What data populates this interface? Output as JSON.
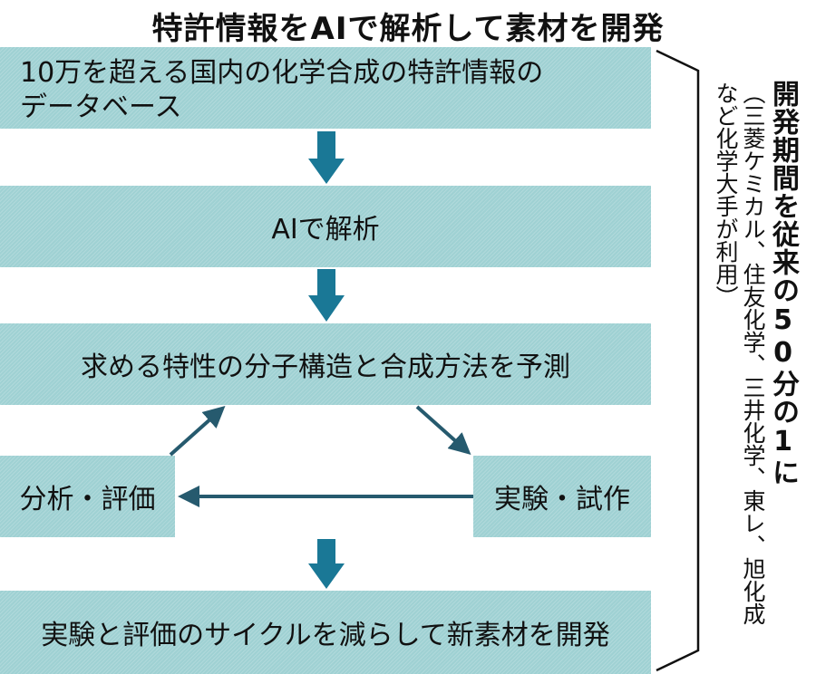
{
  "title": "特許情報をAIで解析して素材を開発",
  "flow": {
    "steps": [
      {
        "id": "b1",
        "label": "10万を超える国内の化学合成の特許情報のデータベース"
      },
      {
        "id": "b2",
        "label": "AIで解析"
      },
      {
        "id": "b3",
        "label": "求める特性の分子構造と合成方法を予測"
      },
      {
        "id": "b4",
        "label": "分析・評価"
      },
      {
        "id": "b5",
        "label": "実験・試作"
      },
      {
        "id": "b6",
        "label": "実験と評価のサイクルを減らして新素材を開発"
      }
    ],
    "step1_line1": "10万を超える国内の化学合成の特許情報の",
    "step1_line2": "データベース",
    "connections": [
      {
        "from": "b1",
        "to": "b2",
        "style": "block-arrow-down"
      },
      {
        "from": "b2",
        "to": "b3",
        "style": "block-arrow-down"
      },
      {
        "from": "b3",
        "to": "b5",
        "style": "line-arrow"
      },
      {
        "from": "b5",
        "to": "b4",
        "style": "line-arrow"
      },
      {
        "from": "b4",
        "to": "b3",
        "style": "line-arrow"
      },
      {
        "from": "b3",
        "to": "b6",
        "style": "block-arrow-down"
      }
    ]
  },
  "side_note": {
    "headline": "開発期間を従来の50分の1に",
    "detail": "（三菱ケミカル、住友化学、三井化学、東レ、旭化成など化学大手が利用）"
  },
  "colors": {
    "box_fill": "#9fd1d3",
    "block_arrow": "#1a7896",
    "line_arrow": "#265a6e",
    "text": "#111111"
  }
}
